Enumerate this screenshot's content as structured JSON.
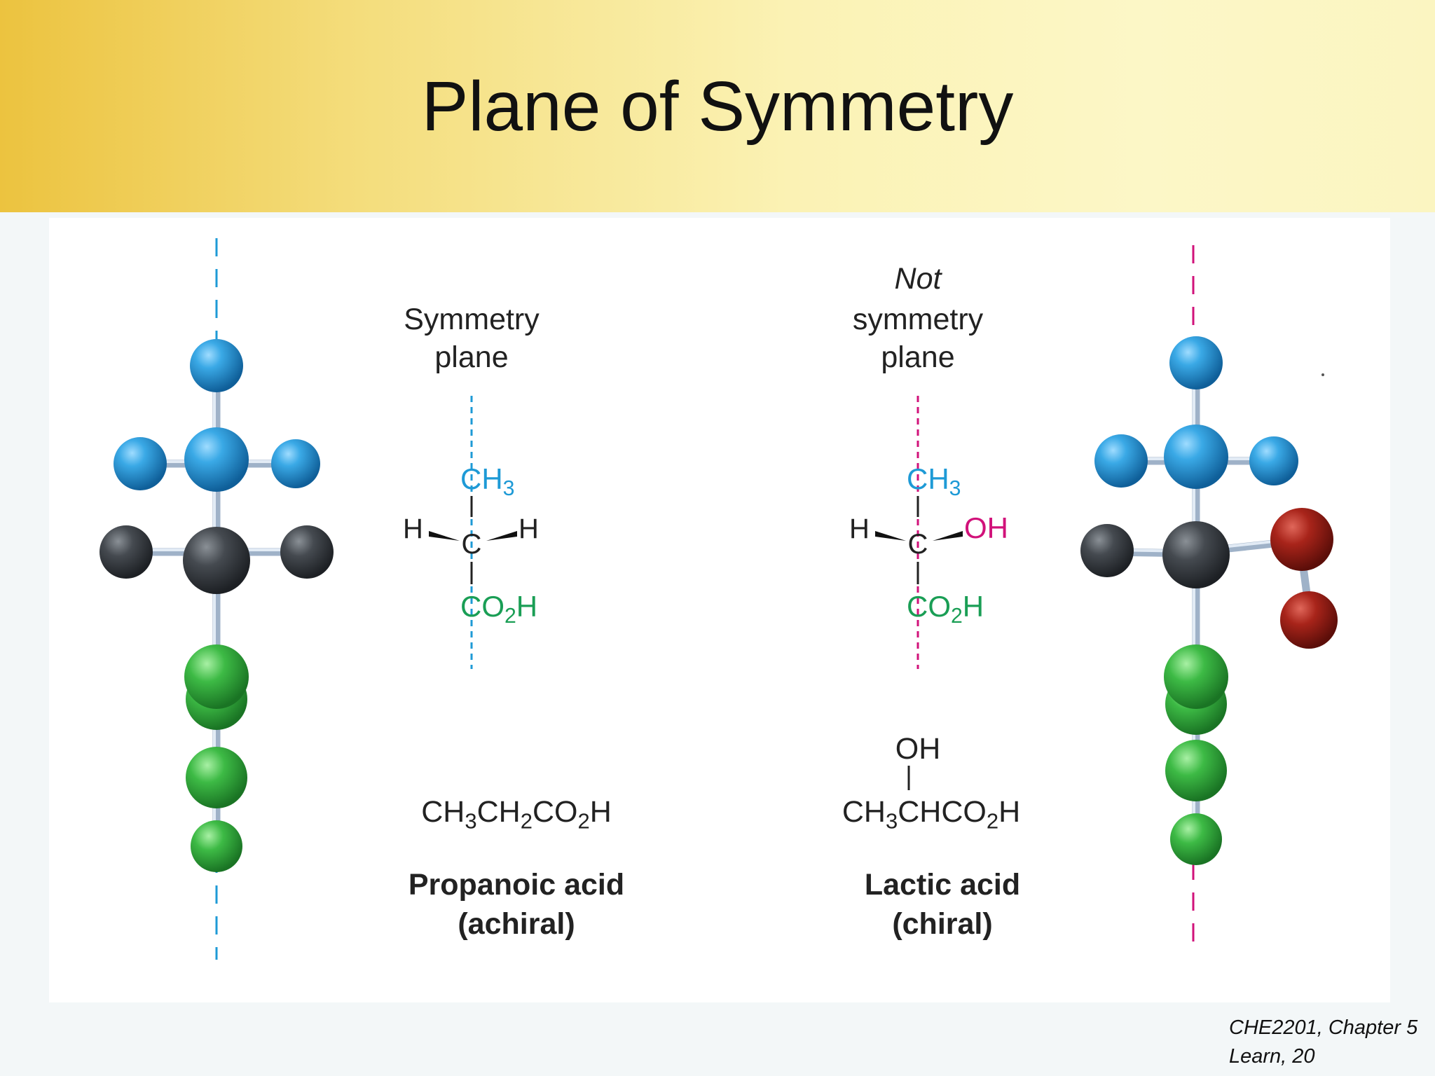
{
  "slide": {
    "title": "Plane of Symmetry",
    "footer_line1": "CHE2201, Chapter 5",
    "footer_line2": "Learn, 20"
  },
  "left_panel": {
    "plane_label_line1": "Symmetry",
    "plane_label_line2": "plane",
    "top_group": "CH3",
    "left_atom": "H",
    "center_atom": "C",
    "right_atom": "H",
    "bottom_group": "CO2H",
    "condensed_formula": "CH3CH2CO2H",
    "name": "Propanoic acid",
    "chirality": "(achiral)"
  },
  "right_panel": {
    "plane_label_line1": "Not",
    "plane_label_line2": "symmetry",
    "plane_label_line3": "plane",
    "top_group": "CH3",
    "left_atom": "H",
    "center_atom": "C",
    "right_group": "OH",
    "bottom_group": "CO2H",
    "substituent": "OH",
    "condensed_formula": "CH3CHCO2H",
    "name": "Lactic acid",
    "chirality": "(chiral)"
  },
  "colors": {
    "methyl_blue": "#1e9ad6",
    "carboxyl_green": "#1a9e55",
    "hydroxyl_magenta": "#d1127a",
    "carbon_gray": "#3a3f45",
    "oxygen_red": "#a01e16"
  }
}
